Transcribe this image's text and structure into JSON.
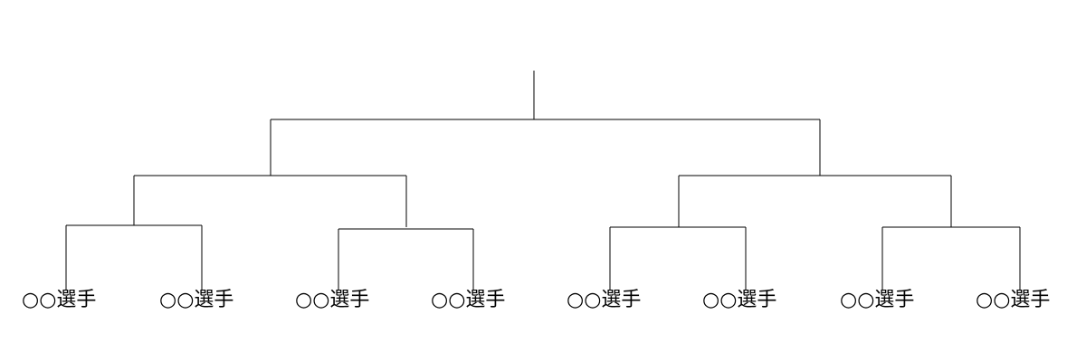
{
  "bracket": {
    "line_color": "#000000",
    "players": [
      {
        "label": "○○選手"
      },
      {
        "label": "○○選手"
      },
      {
        "label": "○○選手"
      },
      {
        "label": "○○選手"
      },
      {
        "label": "○○選手"
      },
      {
        "label": "○○選手"
      },
      {
        "label": "○○選手"
      },
      {
        "label": "○○選手"
      }
    ]
  }
}
